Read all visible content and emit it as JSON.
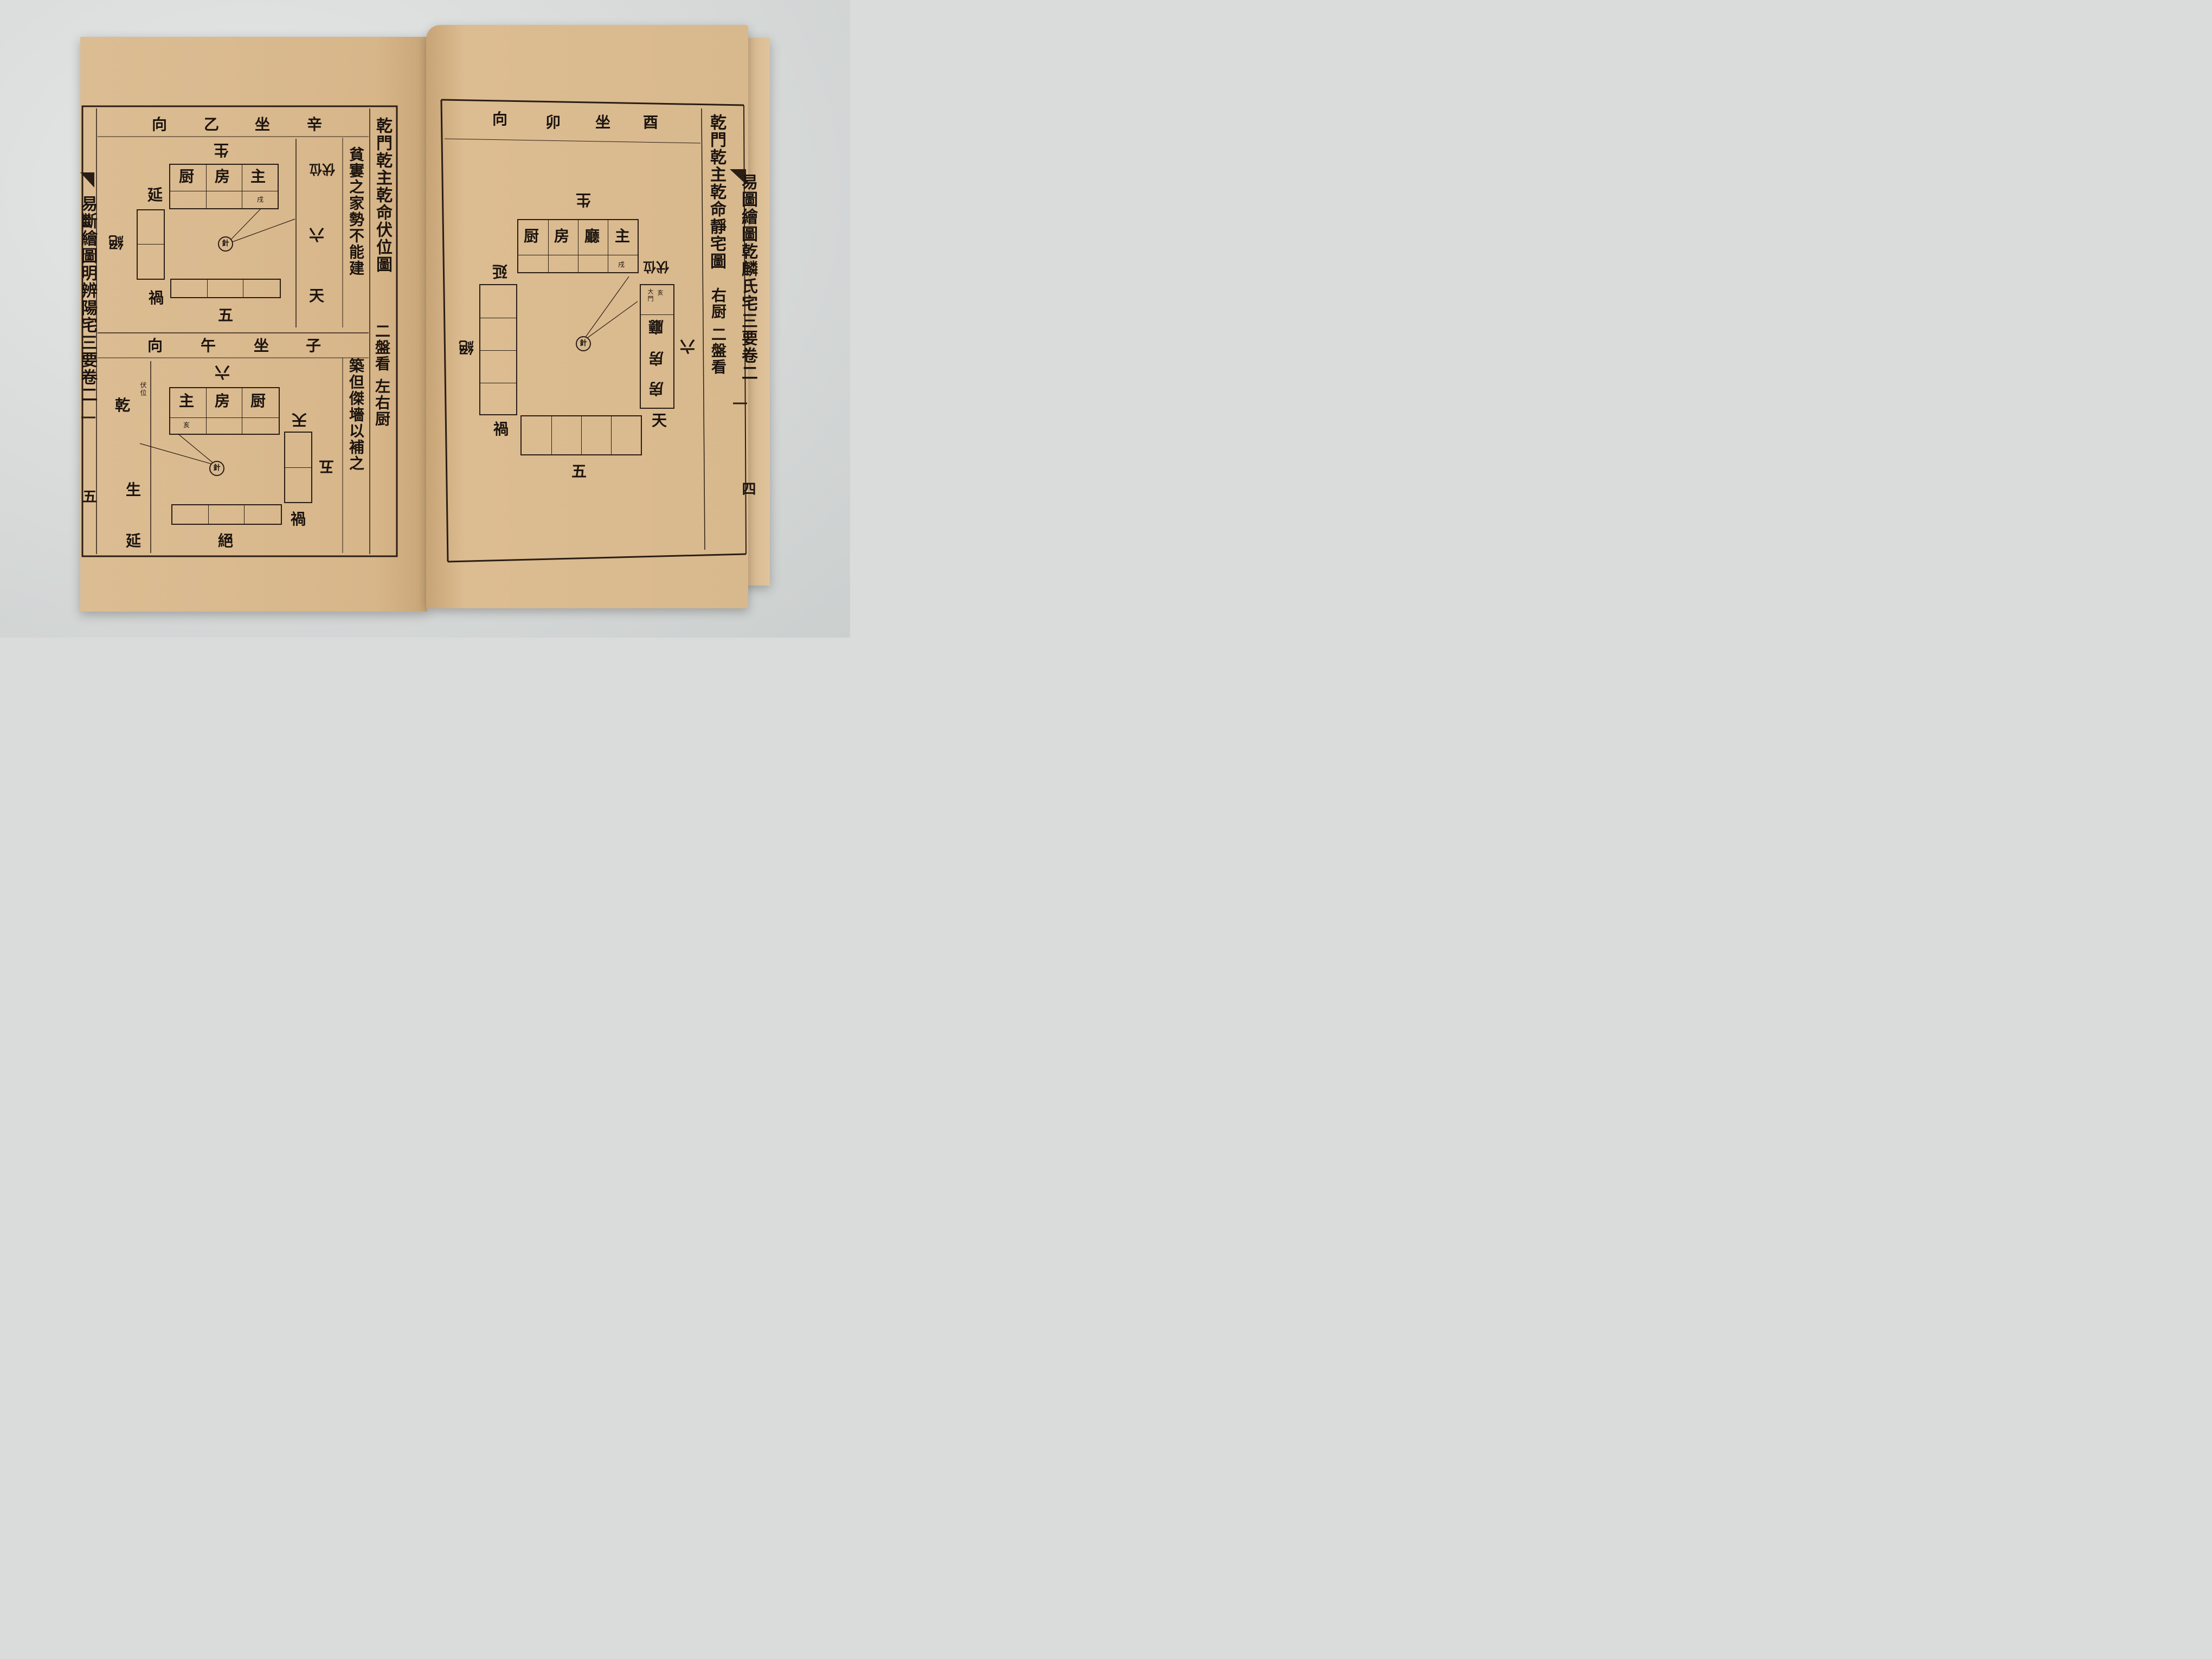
{
  "left_page": {
    "running_title": "易斷繪圖明辨陽宅三要卷二",
    "page_number": "五",
    "section1": {
      "title": "乾門乾主乾命伏位圖",
      "subtitle": "二盤看 左右厨",
      "commentary": "貧寠之家勢不能建",
      "orientation": [
        "辛",
        "坐",
        "乙",
        "向"
      ],
      "rooms": [
        "主",
        "房",
        "厨"
      ],
      "branch_label": "戌",
      "labels": {
        "top": "生",
        "left_top": "延",
        "left_mid": "絕",
        "left_bottom": "禍",
        "right_top": "伏位",
        "right_mid": "六",
        "right_bottom": "天",
        "bottom": "五"
      }
    },
    "section2": {
      "commentary": "築但傑墻以補之",
      "orientation": [
        "子",
        "坐",
        "午",
        "向"
      ],
      "rooms": [
        "主",
        "房",
        "厨"
      ],
      "branch_label": "亥",
      "labels": {
        "top": "六",
        "left_top": "乾",
        "left_top_small": "伏位",
        "left_mid": "生",
        "left_bottom": "延",
        "right_top": "天",
        "right_mid": "五",
        "right_bottom": "禍",
        "bottom": "絕"
      }
    },
    "needle": "針"
  },
  "right_page": {
    "running_title": "易圖繪圖乾麟氏宅三要卷二",
    "page_number": "四",
    "title": "乾門乾主乾命靜宅圖",
    "subtitle": "右厨 二盤看",
    "orientation": [
      "酉",
      "坐",
      "卯",
      "向"
    ],
    "rooms": [
      "主",
      "廳",
      "房",
      "厨"
    ],
    "branch_label": "戌",
    "side_rooms": [
      "廳",
      "房",
      "房"
    ],
    "door_label": "大門",
    "door_branch": "亥",
    "labels": {
      "top": "生",
      "left_top": "延",
      "left_mid": "絕",
      "left_bottom": "禍",
      "right_top": "伏位",
      "right_mid": "六",
      "right_bottom": "天",
      "bottom": "五"
    },
    "needle": "針"
  }
}
